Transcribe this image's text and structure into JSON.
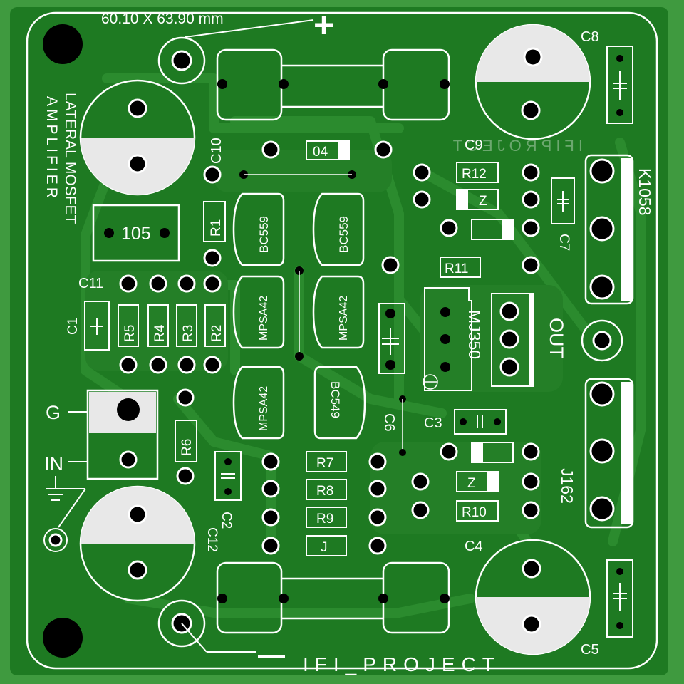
{
  "board": {
    "dimensions": "60.10 X 63.90 mm",
    "plus": "+",
    "minus": "—",
    "title_line1": "LATERAL MOSFET",
    "title_line2": "AMPLIFIER",
    "brand_bottom": "IFI_PROJECT",
    "brand_mirrored": "IFIPROJECT",
    "colors": {
      "board": "#1e7a22",
      "edge": "#3f9a3f",
      "trace": "#2a8a2d",
      "silk": "#ffffff",
      "pad": "#000000"
    }
  },
  "labels": {
    "c1": "C1",
    "c2": "C2",
    "c3": "C3",
    "c4": "C4",
    "c5": "C5",
    "c6": "C6",
    "c7": "C7",
    "c8": "C8",
    "c9": "C9",
    "c10": "C10",
    "c11": "C11",
    "c12": "C12",
    "r1": "R1",
    "r2": "R2",
    "r3": "R3",
    "r4": "R4",
    "r5": "R5",
    "r6": "R6",
    "r7": "R7",
    "r8": "R8",
    "r9": "R9",
    "r10": "R10",
    "r11": "R11",
    "r12": "R12",
    "d04": "04",
    "z_top": "Z",
    "z_bottom": "Z",
    "j": "J",
    "cap105": "105",
    "k1058": "K1058",
    "j162": "J162",
    "mj350": "MJ350",
    "out": "OUT",
    "g": "G",
    "in": "IN",
    "bc559_a": "BC559",
    "bc559_b": "BC559",
    "mpsa42_a": "MPSA42",
    "mpsa42_b": "MPSA42",
    "mpsa42_c": "MPSA42",
    "bc549": "BC549"
  }
}
